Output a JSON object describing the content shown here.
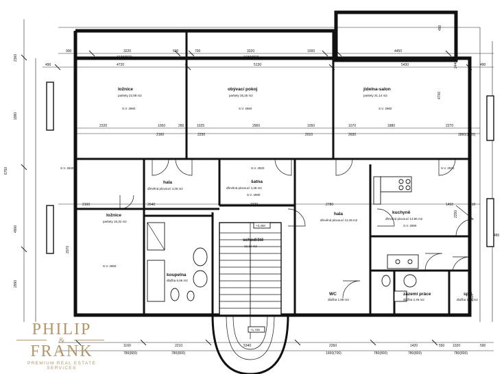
{
  "rooms": [
    {
      "name": "ložnice",
      "sub": "parkety 22,88 m2",
      "sv": "S.V. 2960"
    },
    {
      "name": "obývací pokoj",
      "sub": "parkety 25,25 m2",
      "sv": "S.V. 2960"
    },
    {
      "name": "jídelna-salon",
      "sub": "parkety 31,14 m2",
      "sv": "S.V. 2960"
    },
    {
      "name": "hala",
      "sub": "dřevěná plovoucí 4,26 m2"
    },
    {
      "name": "šatna",
      "sub": "dřevěná plovoucí 4,38 m2",
      "sv": "S.V. 2890"
    },
    {
      "name": "ložnice",
      "sub": "parkety 16,32 m2",
      "sv": "S.V. 2960"
    },
    {
      "name": "hala",
      "sub": "dřevěná plovoucí 13,49 m2"
    },
    {
      "name": "kuchyně",
      "sub": "dřevěná plovoucí 13,86 m2",
      "sv": "S.V. 2890"
    },
    {
      "name": "koupelna",
      "sub": "dlažba 6,66 m2"
    },
    {
      "name": "schodiště",
      "sub": "12,16 m2"
    },
    {
      "name": "WC",
      "sub": "dlažba 1,88 m2"
    },
    {
      "name": "zázemí práce",
      "sub": "dlažba 2,45 m2"
    },
    {
      "name": "spíž",
      "sub": "dlažba 1,32 m2"
    }
  ],
  "labels": {
    "sv_hall": "S.V. 2820",
    "sv_satna": "S.V. 2820",
    "sv_kitchen_hall": "S.V. 2820",
    "level1": "+3,450",
    "level2": "+1,725"
  },
  "dims_top": [
    "900",
    "3220",
    "500",
    "700",
    "3220",
    "1000",
    "4450",
    "1670(850)",
    "4720",
    "1680(850)",
    "5130",
    "5430",
    "490",
    "490"
  ],
  "dims_mid": [
    "2320",
    "1050",
    "260",
    "1025",
    "2960",
    "1050",
    "1070",
    "1880",
    "2270",
    "2160",
    "2230",
    "2010",
    "2630",
    "1860(1120)"
  ],
  "dims_row2": [
    "2160",
    "2640",
    "2320",
    "2780",
    "1450",
    "610"
  ],
  "dims_bottom": [
    "1160",
    "2210",
    "5340",
    "2260",
    "1420",
    "550",
    "1020",
    "590",
    "780(800)",
    "780(800)",
    "1650(700)",
    "780(800)",
    "780(800)",
    "780(800)"
  ],
  "dims_left": [
    "2360",
    "1980",
    "6750",
    "4900",
    "2990",
    "2070"
  ],
  "dims_right": [
    "490",
    "2440",
    "4700",
    "2250",
    "480",
    "2020"
  ],
  "logo": {
    "line1": "PHILIP",
    "amp": "&",
    "line2": "FRANK",
    "tagline": "PREMIUM REAL ESTATE SERVICES"
  },
  "colors": {
    "logo": "#b2976a",
    "lines": "#111111"
  }
}
